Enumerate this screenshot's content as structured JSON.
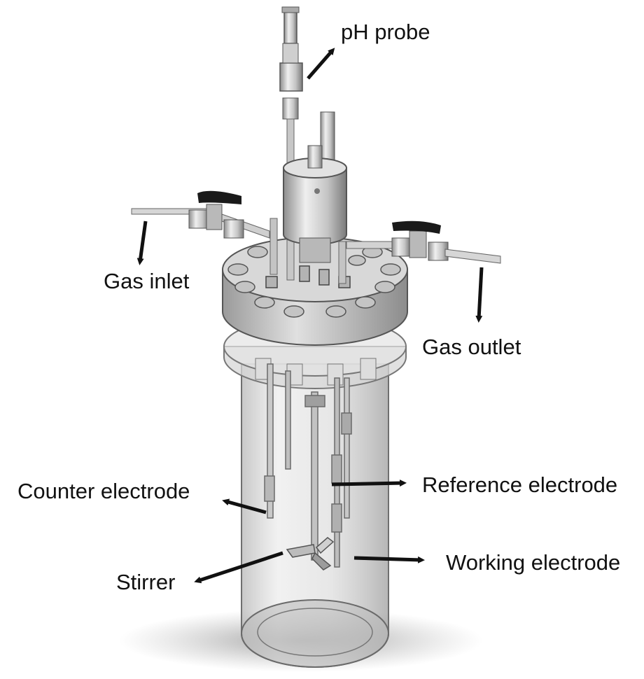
{
  "labels": {
    "ph_probe": "pH probe",
    "gas_inlet": "Gas inlet",
    "gas_outlet": "Gas outlet",
    "counter_electrode": "Counter electrode",
    "reference_electrode": "Reference electrode",
    "stirrer": "Stirrer",
    "working_electrode": "Working electrode"
  },
  "colors": {
    "arrow": "#111111",
    "metal_light": "#d9d9d9",
    "metal_dark": "#8a8a8a",
    "glass": "#cfcfcf",
    "valve_handle": "#1a1a1a"
  }
}
